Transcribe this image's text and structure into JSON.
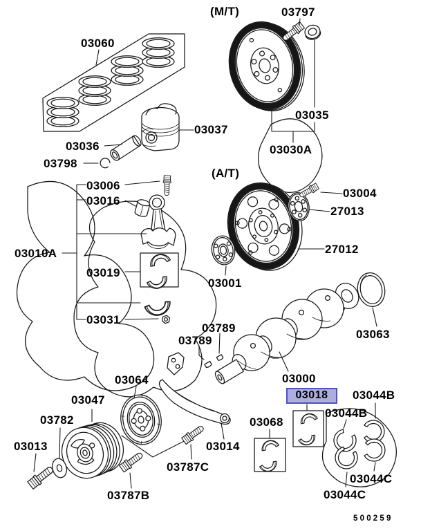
{
  "labels": {
    "mt": "(M/T)",
    "at": "(A/T)",
    "p03797": "03797",
    "p03060": "03060",
    "p03037": "03037",
    "p03036": "03036",
    "p03798": "03798",
    "p03035": "03035",
    "p03030A": "03030A",
    "p03006": "03006",
    "p03016": "03016",
    "p03004": "03004",
    "p27013": "27013",
    "p27012": "27012",
    "p03010A": "03010A",
    "p03019": "03019",
    "p03001": "03001",
    "p03031": "03031",
    "p03789a": "03789",
    "p03789b": "03789",
    "p03063": "03063",
    "p03000": "03000",
    "p03064": "03064",
    "p03018": "03018",
    "p03044B_1": "03044B",
    "p03044B_2": "03044B",
    "p03047": "03047",
    "p03782": "03782",
    "p03068": "03068",
    "p03013": "03013",
    "p03014": "03014",
    "p03787C": "03787C",
    "p03044C_1": "03044C",
    "p03787B": "03787B",
    "p03044C_2": "03044C"
  },
  "highlight": {
    "part": "03018",
    "fill": "#abaede",
    "border": "#4f52c4"
  },
  "footer": {
    "drawing_number": "500259"
  },
  "colors": {
    "line": "#161616",
    "background": "#ffffff",
    "watermark": "#ededed"
  }
}
